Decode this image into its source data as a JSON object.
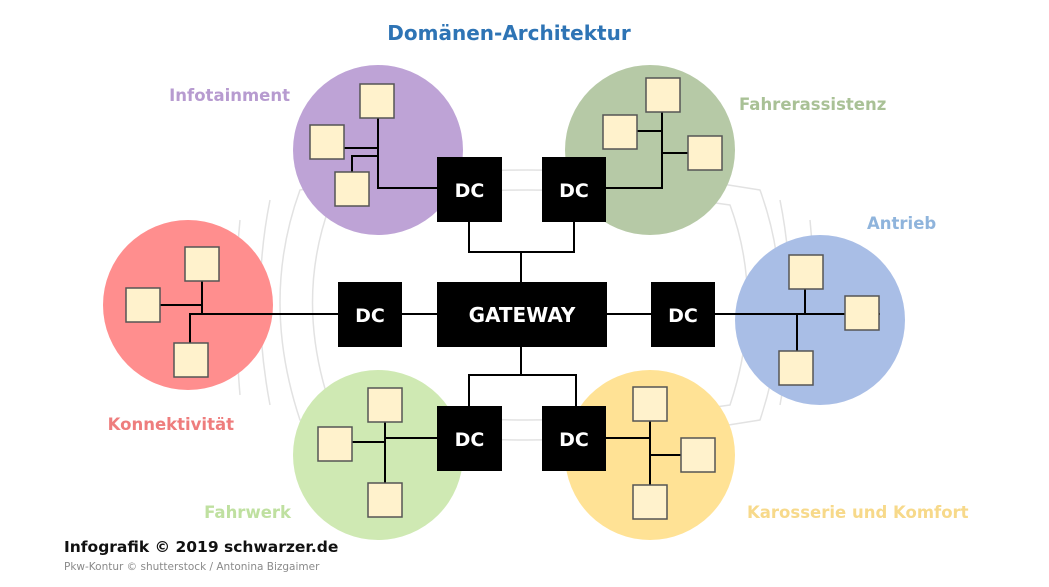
{
  "title": "Domänen-Architektur",
  "gateway_label": "GATEWAY",
  "controller_label": "DC",
  "domains": {
    "infotainment": {
      "label": "Infotainment",
      "color": "#bea3d6",
      "label_color": "#b79bd0"
    },
    "fahrerassistenz": {
      "label": "Fahrerassistenz",
      "color": "#b6c9a6",
      "label_color": "#a9c196"
    },
    "antrieb": {
      "label": "Antrieb",
      "color": "#a9bee6",
      "label_color": "#8fb4dc"
    },
    "konnektivitaet": {
      "label": "Konnektivität",
      "color": "#ff8e8e",
      "label_color": "#ee7d7d"
    },
    "fahrwerk": {
      "label": "Fahrwerk",
      "color": "#cfe9b3",
      "label_color": "#bfe0a0"
    },
    "karosserie": {
      "label": "Karosserie und Komfort",
      "color": "#ffe295",
      "label_color": "#f7d98a"
    }
  },
  "colors": {
    "title": "#2e74b5",
    "controller": "#000000",
    "ecu_fill": "#fff2cc",
    "ecu_stroke": "#555555",
    "car_outline": "#e2e2e2"
  },
  "credits": {
    "main": "Infografik © 2019 schwarzer.de",
    "sub": "Pkw-Kontur © shutterstock / Antonina Bizgaimer"
  }
}
